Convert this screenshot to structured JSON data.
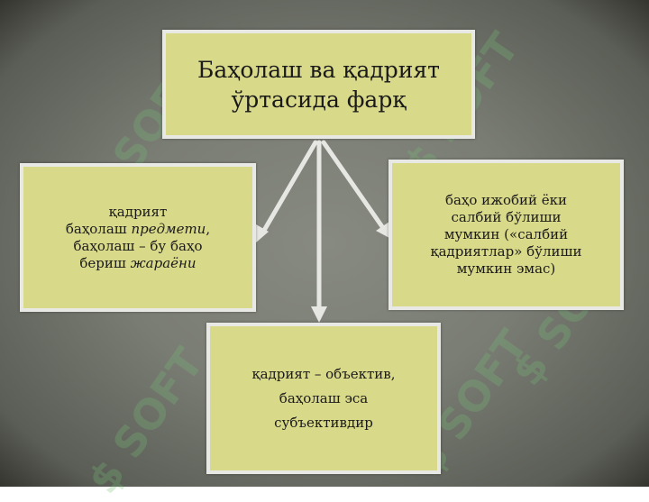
{
  "title": {
    "line1": "Баҳолаш ва қадрият",
    "line2": "ўртасида фарқ"
  },
  "left_box": {
    "line1": "қадрият",
    "line2_plain": "баҳолаш ",
    "line2_em": "предмети",
    "line2_tail": ",",
    "line3": "баҳолаш – бу баҳо",
    "line4_plain": "бериш ",
    "line4_em": "жараёни"
  },
  "right_box": {
    "line1": "баҳо ижобий ёки",
    "line2": "салбий бўлиши",
    "line3": "мумкин («салбий",
    "line4": "қадриятлар» бўлиши",
    "line5": "мумкин эмас)"
  },
  "bottom_box": {
    "line1": "қадрият – объектив,",
    "line2": "баҳолаш эса",
    "line3": "субъективдир"
  },
  "watermark": {
    "text": "$ SOFT"
  },
  "colors": {
    "box_fill": "#d9d98a",
    "box_border": "#e8e8e4",
    "arrow": "#e6e6e2",
    "background": "#75786f",
    "watermark": "#78be78"
  }
}
